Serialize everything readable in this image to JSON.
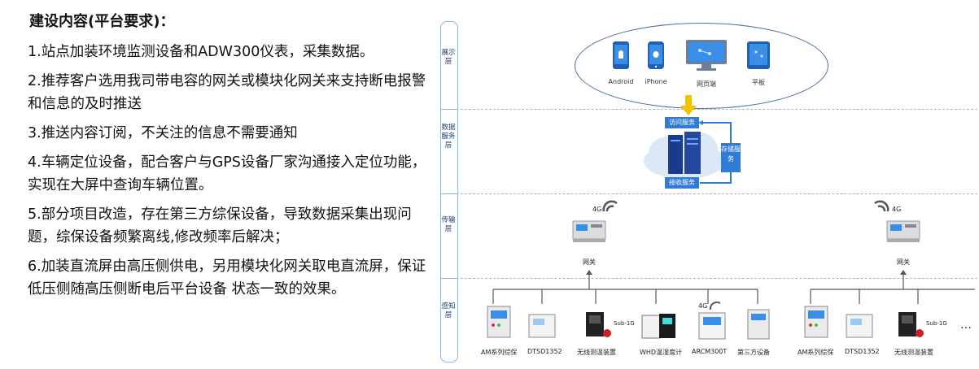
{
  "left_panel": {
    "heading": "建设内容(平台要求)：",
    "items": [
      "1.站点加装环境监测设备和ADW300仪表，采集数据。",
      "2.推荐客户选用我司带电容的网关或模块化网关来支持断电报警和信息的及时推送",
      "3.推送内容订阅，不关注的信息不需要通知",
      "4.车辆定位设备，配合客户与GPS设备厂家沟通接入定位功能，实现在大屏中查询车辆位置。",
      "5.部分项目改造，存在第三方综保设备，导致数据采集出现问题，综保设备频繁离线,修改频率后解决；",
      "6.加装直流屏由高压侧供电，另用模块化网关取电直流屏，保证低压侧随高压侧断电后平台设备 状态一致的效果。"
    ]
  },
  "diagram": {
    "layers": [
      "展示层",
      "数据服务层",
      "传输层",
      "感知层"
    ],
    "display_devices": [
      "Android",
      "iPhone",
      "网页端",
      "平板"
    ],
    "services": {
      "access": "访问服务",
      "storage": "存储服务",
      "receive": "接收服务"
    },
    "gateway_label": "网关",
    "signal_label": "4G",
    "sub1g_label": "Sub-1G",
    "ellipsis": "…",
    "field_devices_left": [
      "AM系列综保",
      "DTSD1352",
      "无线测温装置",
      "WHD温湿度计",
      "ARCM300T",
      "第三方设备"
    ],
    "field_devices_right": [
      "AM系列综保",
      "DTSD1352",
      "无线测温装置"
    ],
    "colors": {
      "accent": "#2f7bd6",
      "line": "#4a6fa5",
      "arrow": "#f2c200"
    }
  }
}
